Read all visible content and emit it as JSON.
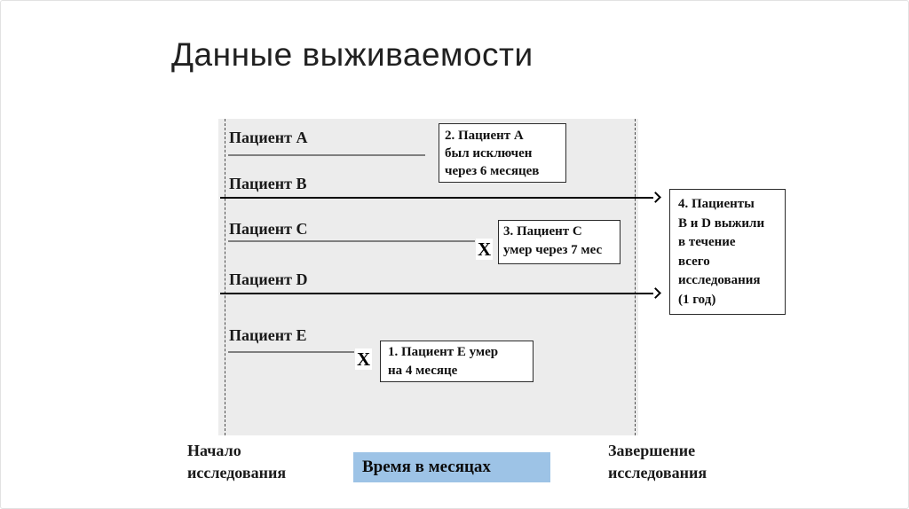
{
  "slide": {
    "title": "Данные выживаемости"
  },
  "patients": [
    {
      "label": "Пациент A",
      "outcome": "censored at 6 months"
    },
    {
      "label": "Пациент B",
      "outcome": "survived full study"
    },
    {
      "label": "Пациент C",
      "outcome": "died at 7 months"
    },
    {
      "label": "Пациент D",
      "outcome": "survived full study"
    },
    {
      "label": "Пациент E",
      "outcome": "died at 4 months"
    }
  ],
  "marks": {
    "death": "X"
  },
  "annotations": {
    "box2": {
      "lines": [
        "2.  Пациент A",
        "был исключен",
        "через 6 месяцев"
      ]
    },
    "box3": {
      "lines": [
        "3. Пациент C",
        "умер через 7 мес"
      ]
    },
    "box1": {
      "lines": [
        "1. Пациент E умер",
        "на 4 месяце"
      ]
    },
    "box4": {
      "lines": [
        "4. Пациенты",
        "B и D выжили",
        "в течение",
        "всего",
        "исследования",
        "(1 год)"
      ]
    }
  },
  "timeline": {
    "start_label": [
      "Начало",
      "исследования"
    ],
    "axis_label": "Время в месяцах",
    "end_label": [
      "Завершение",
      "исследования"
    ]
  },
  "colors": {
    "panel_bg": "#ececec",
    "axis_box_bg": "#9dc3e6",
    "censored_line": "#7f7f7f",
    "survivor_line": "#000000"
  }
}
